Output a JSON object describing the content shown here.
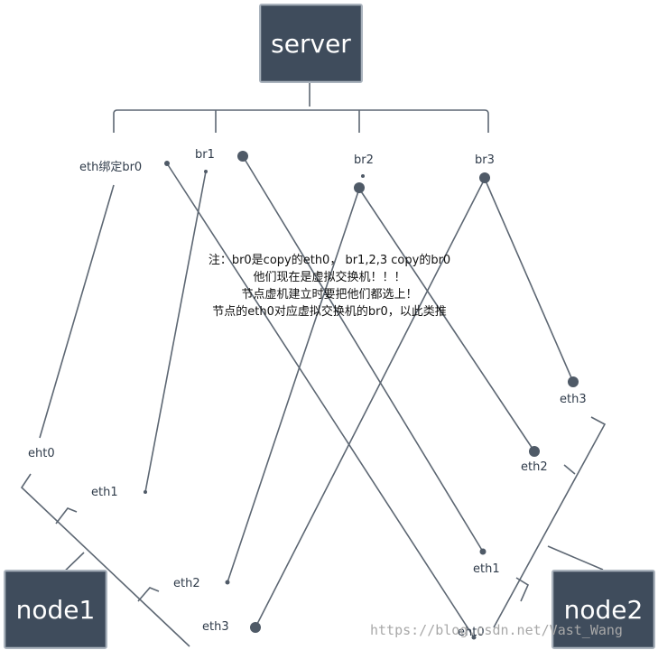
{
  "nodes": {
    "server": "server",
    "node1": "node1",
    "node2": "node2"
  },
  "bridges": {
    "br0": "eth绑定br0",
    "br1": "br1",
    "br2": "br2",
    "br3": "br3"
  },
  "node1_ports": {
    "eth0": "eht0",
    "eth1": "eth1",
    "eth2": "eth2",
    "eth3": "eth3"
  },
  "node2_ports": {
    "eth0": "eht0",
    "eth1": "eth1",
    "eth2": "eth2",
    "eth3": "eth3"
  },
  "note": {
    "line1": "注：br0是copy的eth0，  br1,2,3 copy的br0",
    "line2": "他们现在是虚拟交换机！！！",
    "line3": "节点虚机建立时要把他们都选上！",
    "line4": "节点的eth0对应虚拟交换机的br0，以此类推"
  },
  "watermark": "https://blog.csdn.net/Vast_Wang",
  "colors": {
    "box_fill": "#3f4c5c",
    "line": "#5d6773",
    "dot": "#4f5a67"
  }
}
